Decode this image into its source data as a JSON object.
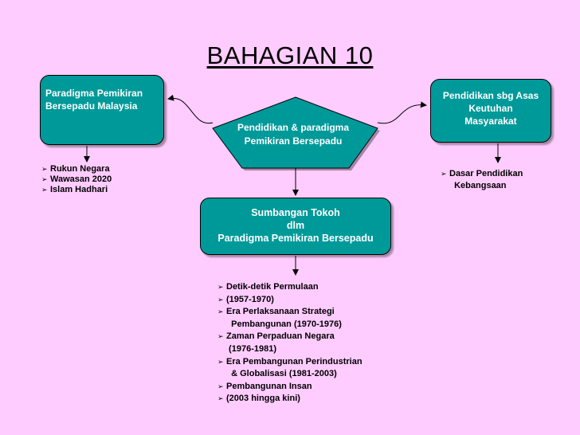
{
  "title": "BAHAGIAN 10",
  "nodes": {
    "left_box": [
      "Paradigma Pemikiran",
      "Bersepadu Malaysia"
    ],
    "right_box": [
      "Pendidikan sbg Asas",
      "Keutuhan",
      "Masyarakat"
    ],
    "center_pentagon": [
      "Pendidikan & paradigma",
      "Pemikiran Bersepadu"
    ],
    "bottom_box": [
      "Sumbangan Tokoh",
      "dlm",
      "Paradigma Pemikiran Bersepadu"
    ]
  },
  "lists": {
    "left": [
      "Rukun Negara",
      "Wawasan 2020",
      "Islam Hadhari"
    ],
    "right": [
      "Dasar Pendidikan",
      "  Kebangsaan"
    ],
    "bottom": [
      "Detik-detik Permulaan",
      "(1957-1970)",
      "Era Perlaksanaan Strategi",
      "  Pembangunan (1970-1976)",
      "Zaman Perpaduan Negara",
      " (1976-1981)",
      "Era Pembangunan Perindustrian",
      "  & Globalisasi (1981-2003)",
      "Pembangunan Insan",
      "(2003 hingga kini)"
    ]
  },
  "bullet_markers": {
    "left": [
      true,
      true,
      true
    ],
    "right": [
      true,
      false
    ],
    "bottom": [
      true,
      true,
      true,
      false,
      true,
      false,
      true,
      false,
      true,
      true
    ]
  },
  "colors": {
    "background": "#ffccff",
    "box_fill": "#009999",
    "box_text": "#ffffff"
  }
}
